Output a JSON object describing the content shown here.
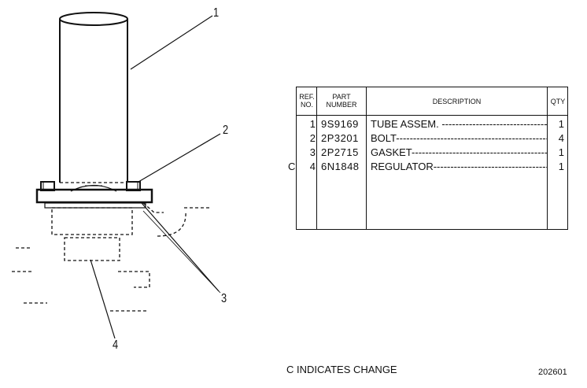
{
  "callouts": [
    "1",
    "2",
    "3",
    "4"
  ],
  "table": {
    "headers": {
      "ref": [
        "REF.",
        "NO."
      ],
      "part": [
        "PART",
        "NUMBER"
      ],
      "description": "DESCRIPTION",
      "qty": "QTY"
    },
    "rows": [
      {
        "change": "",
        "ref": "1",
        "part_number": "9S9169",
        "description": "TUBE ASSEM.",
        "qty": "1"
      },
      {
        "change": "",
        "ref": "2",
        "part_number": "2P3201",
        "description": "BOLT",
        "qty": "4"
      },
      {
        "change": "",
        "ref": "3",
        "part_number": "2P2715",
        "description": "GASKET",
        "qty": "1"
      },
      {
        "change": "C",
        "ref": "4",
        "part_number": "6N1848",
        "description": "REGULATOR",
        "qty": "1"
      }
    ]
  },
  "footer_note": "C INDICATES CHANGE",
  "drawing_number": "202601"
}
